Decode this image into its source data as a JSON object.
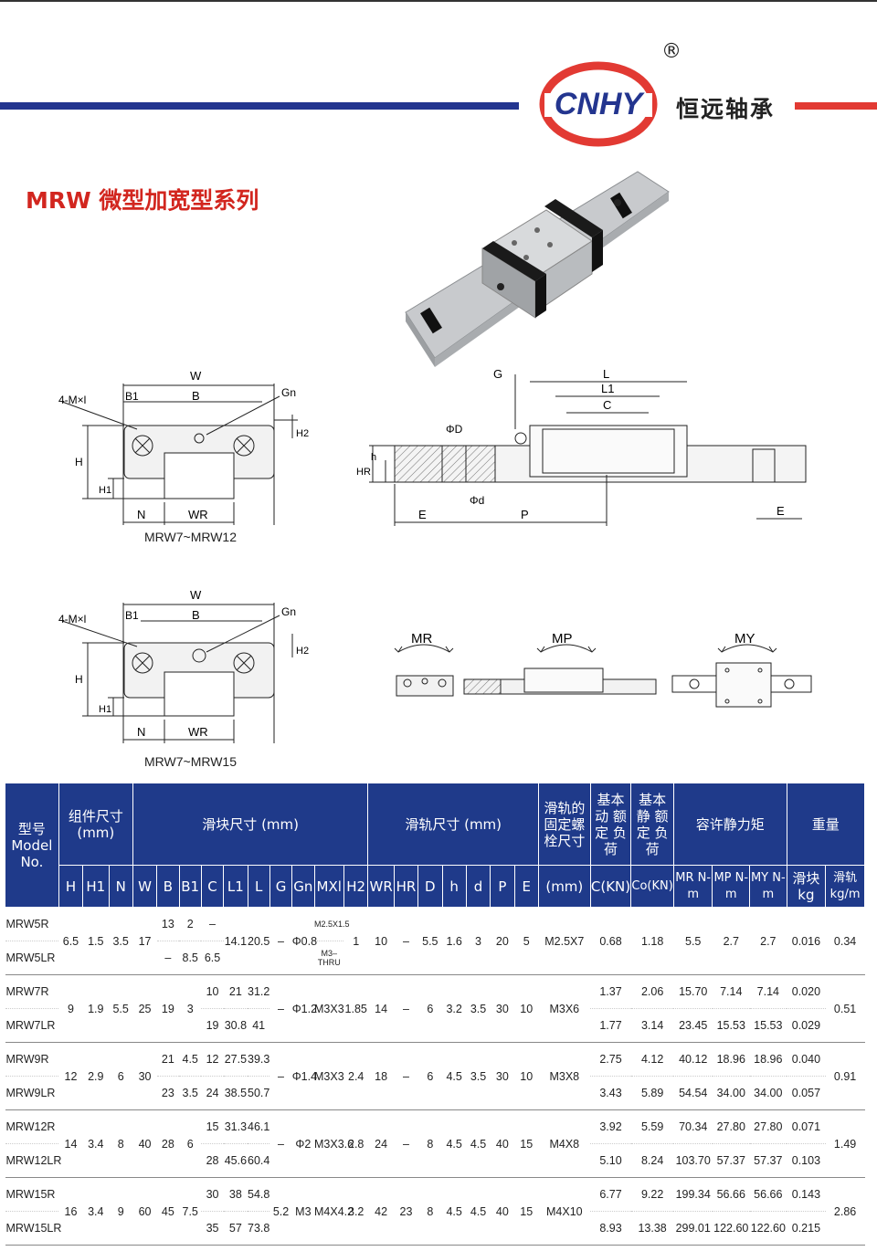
{
  "header": {
    "logo_text": "CNHY",
    "registered": "®",
    "company": "恒远轴承"
  },
  "title": "MRW 微型加宽型系列",
  "colors": {
    "brand_blue": "#23358f",
    "brand_red": "#e23a33",
    "title_red": "#d2261f",
    "table_header": "#1f3a8a"
  },
  "drawing1": {
    "W": "W",
    "B": "B",
    "B1": "B1",
    "Gn": "Gn",
    "M": "4-M×l",
    "H": "H",
    "H1": "H1",
    "H2": "H2",
    "N": "N",
    "WR": "WR",
    "caption": "MRW7~MRW12"
  },
  "drawing2": {
    "W": "W",
    "B": "B",
    "B1": "B1",
    "Gn": "Gn",
    "M": "4-M×l",
    "H": "H",
    "H1": "H1",
    "H2": "H2",
    "N": "N",
    "WR": "WR",
    "caption": "MRW7~MRW15"
  },
  "side": {
    "G": "G",
    "L": "L",
    "L1": "L1",
    "C": "C",
    "D": "ΦD",
    "d": "Φd",
    "h": "h",
    "HR": "HR",
    "E": "E",
    "P": "P",
    "E2": "E"
  },
  "moments": {
    "mr": "MR",
    "mp": "MP",
    "my": "MY"
  },
  "table": {
    "h_model": "型号 Model No.",
    "h_assembly": "组件尺寸 (mm)",
    "h_block": "滑块尺寸 (mm)",
    "h_rail": "滑轨尺寸 (mm)",
    "h_bolt": "滑轨的 固定螺 栓尺寸",
    "h_dyn": "基本 动 额定 负荷",
    "h_stat": "基本 静 额定 负荷",
    "h_moment": "容许静力矩",
    "h_weight": "重量",
    "cols": [
      "H",
      "H1",
      "N",
      "W",
      "B",
      "B1",
      "C",
      "L1",
      "L",
      "G",
      "Gn",
      "MXl",
      "H2",
      "WR",
      "HR",
      "D",
      "h",
      "d",
      "P",
      "E",
      "(mm)",
      "C(KN)",
      "Co(KN)",
      "MR N-m",
      "MP N-m",
      "MY N-m",
      "滑块 kg",
      "滑轨 kg/m"
    ],
    "rows": [
      {
        "m1": "MRW5R",
        "m2": "MRW5LR",
        "H": "6.5",
        "H1": "1.5",
        "N": "3.5",
        "W": "17",
        "B_1": "13",
        "B_2": "–",
        "B1_1": "2",
        "B1_2": "8.5",
        "C_1": "–",
        "C_2": "6.5",
        "L1": "14.1",
        "L": "20.5",
        "G": "–",
        "Gn": "Φ0.8",
        "MXl_1": "M2.5X1.5",
        "MXl_2": "M3–THRU",
        "H2": "1",
        "WR": "10",
        "HR": "–",
        "D": "5.5",
        "h": "1.6",
        "d": "3",
        "P": "20",
        "E": "5",
        "bolt": "M2.5X7",
        "Cd": "0.68",
        "Co": "1.18",
        "MR": "5.5",
        "MP": "2.7",
        "MY": "2.7",
        "wb": "0.016",
        "wr": "0.34"
      },
      {
        "m1": "MRW7R",
        "m2": "MRW7LR",
        "H": "9",
        "H1": "1.9",
        "N": "5.5",
        "W": "25",
        "B": "19",
        "B1": "3",
        "C_1": "10",
        "C_2": "19",
        "L1_1": "21",
        "L1_2": "30.8",
        "L_1": "31.2",
        "L_2": "41",
        "G": "–",
        "Gn": "Φ1.2",
        "MXl": "M3X3",
        "H2": "1.85",
        "WR": "14",
        "HR": "–",
        "D": "6",
        "h": "3.2",
        "d": "3.5",
        "P": "30",
        "E": "10",
        "bolt": "M3X6",
        "Cd_1": "1.37",
        "Cd_2": "1.77",
        "Co_1": "2.06",
        "Co_2": "3.14",
        "MR_1": "15.70",
        "MR_2": "23.45",
        "MP_1": "7.14",
        "MP_2": "15.53",
        "MY_1": "7.14",
        "MY_2": "15.53",
        "wb_1": "0.020",
        "wb_2": "0.029",
        "wr": "0.51"
      },
      {
        "m1": "MRW9R",
        "m2": "MRW9LR",
        "H": "12",
        "H1": "2.9",
        "N": "6",
        "W": "30",
        "B_1": "21",
        "B_2": "23",
        "B1_1": "4.5",
        "B1_2": "3.5",
        "C_1": "12",
        "C_2": "24",
        "L1_1": "27.5",
        "L1_2": "38.5",
        "L_1": "39.3",
        "L_2": "50.7",
        "G": "–",
        "Gn": "Φ1.4",
        "MXl": "M3X3",
        "H2": "2.4",
        "WR": "18",
        "HR": "–",
        "D": "6",
        "h": "4.5",
        "d": "3.5",
        "P": "30",
        "E": "10",
        "bolt": "M3X8",
        "Cd_1": "2.75",
        "Cd_2": "3.43",
        "Co_1": "4.12",
        "Co_2": "5.89",
        "MR_1": "40.12",
        "MR_2": "54.54",
        "MP_1": "18.96",
        "MP_2": "34.00",
        "MY_1": "18.96",
        "MY_2": "34.00",
        "wb_1": "0.040",
        "wb_2": "0.057",
        "wr": "0.91"
      },
      {
        "m1": "MRW12R",
        "m2": "MRW12LR",
        "H": "14",
        "H1": "3.4",
        "N": "8",
        "W": "40",
        "B": "28",
        "B1": "6",
        "C_1": "15",
        "C_2": "28",
        "L1_1": "31.3",
        "L1_2": "45.6",
        "L_1": "46.1",
        "L_2": "60.4",
        "G": "–",
        "Gn": "Φ2",
        "MXl": "M3X3.6",
        "H2": "2.8",
        "WR": "24",
        "HR": "–",
        "D": "8",
        "h": "4.5",
        "d": "4.5",
        "P": "40",
        "E": "15",
        "bolt": "M4X8",
        "Cd_1": "3.92",
        "Cd_2": "5.10",
        "Co_1": "5.59",
        "Co_2": "8.24",
        "MR_1": "70.34",
        "MR_2": "103.70",
        "MP_1": "27.80",
        "MP_2": "57.37",
        "MY_1": "27.80",
        "MY_2": "57.37",
        "wb_1": "0.071",
        "wb_2": "0.103",
        "wr": "1.49"
      },
      {
        "m1": "MRW15R",
        "m2": "MRW15LR",
        "H": "16",
        "H1": "3.4",
        "N": "9",
        "W": "60",
        "B": "45",
        "B1": "7.5",
        "C_1": "30",
        "C_2": "35",
        "L1_1": "38",
        "L1_2": "57",
        "L_1": "54.8",
        "L_2": "73.8",
        "G": "5.2",
        "Gn": "M3",
        "MXl": "M4X4.2",
        "H2": "3.2",
        "WR": "42",
        "HR": "23",
        "D": "8",
        "h": "4.5",
        "d": "4.5",
        "P": "40",
        "E": "15",
        "bolt": "M4X10",
        "Cd_1": "6.77",
        "Cd_2": "8.93",
        "Co_1": "9.22",
        "Co_2": "13.38",
        "MR_1": "199.34",
        "MR_2": "299.01",
        "MP_1": "56.66",
        "MP_2": "122.60",
        "MY_1": "56.66",
        "MY_2": "122.60",
        "wb_1": "0.143",
        "wb_2": "0.215",
        "wr": "2.86"
      }
    ]
  }
}
